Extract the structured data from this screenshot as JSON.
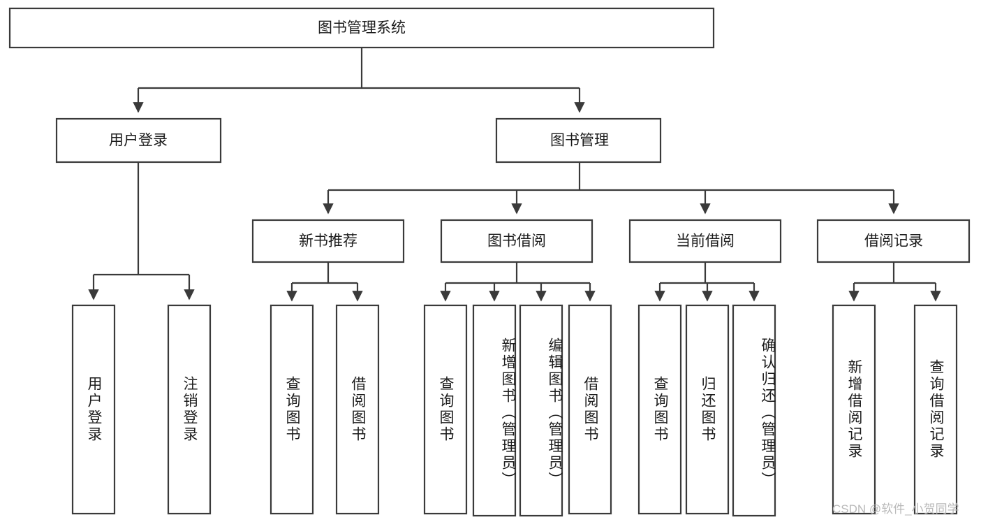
{
  "diagram": {
    "title": "图书管理系统",
    "type": "tree-hierarchy-chart",
    "background_color": "#ffffff",
    "line_color": "#3a3a3a",
    "text_color": "#1c1c1c",
    "root": {
      "label": "图书管理系统"
    },
    "level2": [
      {
        "label": "用户登录"
      },
      {
        "label": "图书管理"
      }
    ],
    "level3": [
      {
        "label": "新书推荐"
      },
      {
        "label": "图书借阅"
      },
      {
        "label": "当前借阅"
      },
      {
        "label": "借阅记录"
      }
    ],
    "leaves": {
      "user_login": [
        {
          "label": "用户登录"
        },
        {
          "label": "注销登录"
        }
      ],
      "new_book_recommend": [
        {
          "label": "查询图书"
        },
        {
          "label": "借阅图书"
        }
      ],
      "book_borrow": [
        {
          "label": "查询图书"
        },
        {
          "label": "新增图书（管理员）"
        },
        {
          "label": "编辑图书（管理员）"
        },
        {
          "label": "借阅图书"
        }
      ],
      "current_borrow": [
        {
          "label": "查询图书"
        },
        {
          "label": "归还图书"
        },
        {
          "label": "确认归还（管理员）"
        }
      ],
      "borrow_record": [
        {
          "label": "新增借阅记录"
        },
        {
          "label": "查询借阅记录"
        }
      ]
    },
    "watermark": "CSDN @软件_小贺同学"
  }
}
